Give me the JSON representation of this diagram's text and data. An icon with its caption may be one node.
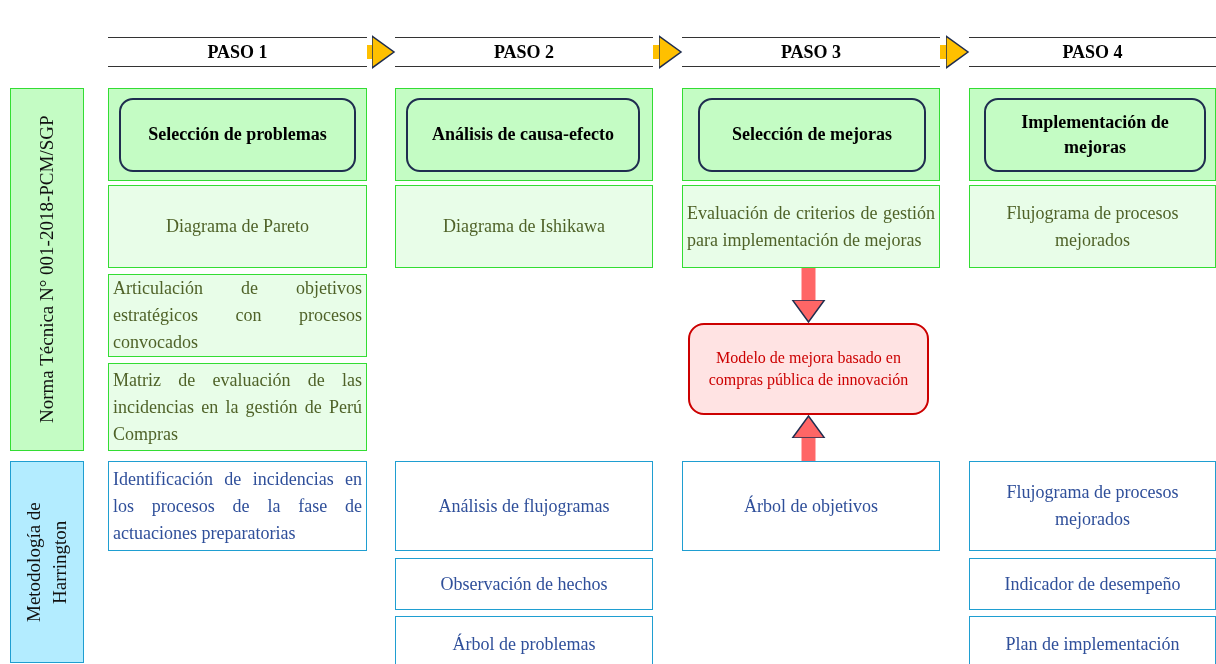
{
  "diagram": {
    "nodes": [
      {
        "text": [
          "PASO 1"
        ]
      },
      {
        "text": [
          "PASO 2"
        ]
      },
      {
        "text": [
          "PASO 3"
        ]
      },
      {
        "text": [
          "PASO 4"
        ]
      },
      {
        "text": [
          "Norma Técnica N° 001-2018-PCM/SGP"
        ]
      },
      {
        "text": [],
        "shape": "box"
      },
      {
        "text": [
          "Selección de problemas"
        ],
        "in": 5
      },
      {
        "text": [],
        "shape": "box"
      },
      {
        "text": [
          "Análisis de causa-efecto"
        ],
        "in": 7
      },
      {
        "text": [],
        "shape": "box"
      },
      {
        "text": [
          "Selección de mejoras"
        ],
        "in": 9
      },
      {
        "text": [],
        "shape": "box"
      },
      {
        "text": [
          "Implementación de mejoras"
        ],
        "in": 11
      },
      {
        "text": [
          "Diagrama de Pareto"
        ]
      },
      {
        "text": [
          "Diagrama de Ishikawa"
        ]
      },
      {
        "text": [
          "Evaluación de criterios de gestión para implementación de mejoras"
        ]
      },
      {
        "text": [
          "Flujograma de procesos mejorados"
        ]
      },
      {
        "text": [
          "Articulación de objetivos estratégicos con procesos convocados"
        ]
      },
      {
        "text": [
          "Modelo de mejora basado en compras pública de innovación"
        ]
      },
      {
        "text": [
          "Matriz de evaluación de las incidencias en la gestión de Perú Compras"
        ]
      },
      {
        "text": [
          "Metodología de Harrington"
        ]
      },
      {
        "text": [
          "Identificación de incidencias en los procesos de la fase de actuaciones preparatorias"
        ]
      },
      {
        "text": [
          "Análisis de flujogramas"
        ]
      },
      {
        "text": [
          "Árbol de objetivos"
        ]
      },
      {
        "text": [
          "Flujograma de procesos mejorados"
        ]
      },
      {
        "text": [
          "Observación de hechos"
        ]
      },
      {
        "text": [
          "Indicador de desempeño"
        ]
      },
      {
        "text": [
          "Árbol de problemas"
        ]
      },
      {
        "text": [
          "Plan de implementación"
        ]
      }
    ],
    "edges": [
      {
        "from": 0,
        "to": 1,
        "arrow": "to"
      },
      {
        "from": 1,
        "to": 2,
        "arrow": "to"
      },
      {
        "from": 2,
        "to": 3,
        "arrow": "to"
      },
      {
        "from": 15,
        "to": 18,
        "arrow": "to",
        "color": "#ff6666"
      },
      {
        "from": 23,
        "to": 18,
        "arrow": "to",
        "color": "#ff6666"
      }
    ]
  }
}
